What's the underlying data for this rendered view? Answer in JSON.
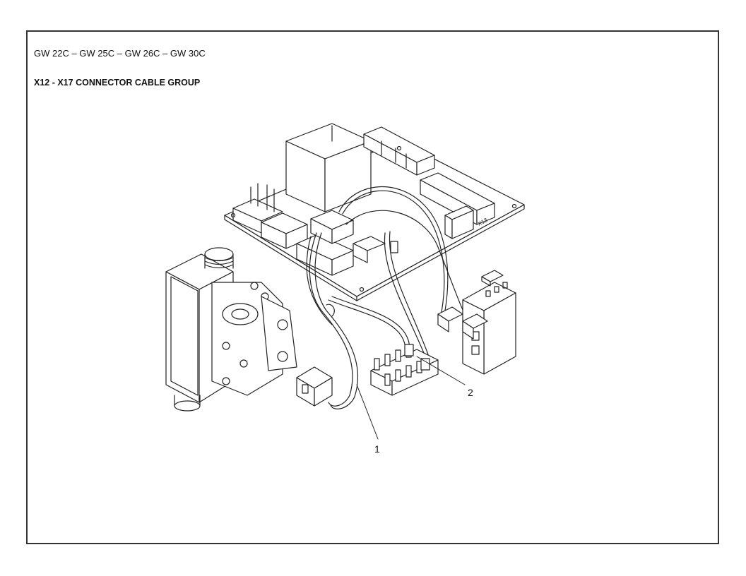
{
  "header": {
    "models": "GW 22C – GW 25C – GW 26C – GW 30C",
    "group_title": "X12 - X17 CONNECTOR CABLE GROUP"
  },
  "diagram": {
    "callouts": [
      {
        "id": "1",
        "label": "1"
      },
      {
        "id": "2",
        "label": "2"
      }
    ],
    "board_marking": "X13"
  }
}
